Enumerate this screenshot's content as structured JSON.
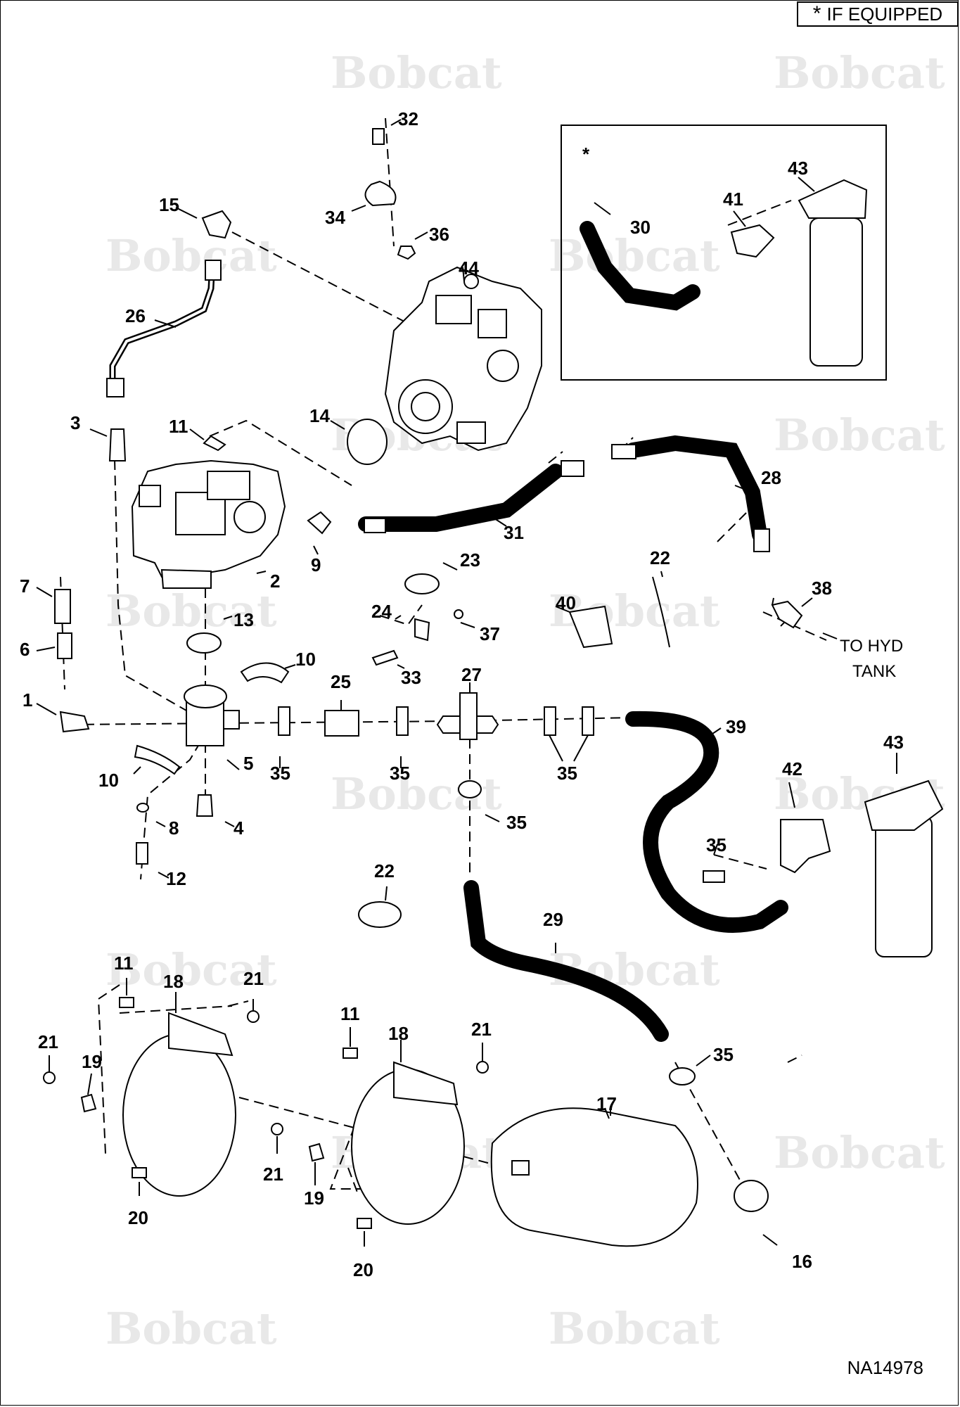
{
  "watermark": {
    "brand": "Bobcat"
  },
  "header": {
    "star": "*",
    "if_equipped": "IF EQUIPPED"
  },
  "drawing_number": "NA14978",
  "inset": {
    "star": "*"
  },
  "notes": {
    "to_hyd_line1": "TO HYD",
    "to_hyd_line2": "TANK"
  },
  "callouts": {
    "c1": "1",
    "c2": "2",
    "c3": "3",
    "c4": "4",
    "c5": "5",
    "c6": "6",
    "c7": "7",
    "c8": "8",
    "c9": "9",
    "c10a": "10",
    "c10b": "10",
    "c11a": "11",
    "c11b": "11",
    "c11c": "11",
    "c12": "12",
    "c13": "13",
    "c14": "14",
    "c15": "15",
    "c16": "16",
    "c17": "17",
    "c18a": "18",
    "c18b": "18",
    "c19a": "19",
    "c19b": "19",
    "c20a": "20",
    "c20b": "20",
    "c21a": "21",
    "c21b": "21",
    "c21c": "21",
    "c21d": "21",
    "c22a": "22",
    "c22b": "22",
    "c23": "23",
    "c24": "24",
    "c25": "25",
    "c26": "26",
    "c27": "27",
    "c28": "28",
    "c29": "29",
    "c30": "30",
    "c31": "31",
    "c32": "32",
    "c33": "33",
    "c34": "34",
    "c35a": "35",
    "c35b": "35",
    "c35c": "35",
    "c35d": "35",
    "c35e": "35",
    "c35f": "35",
    "c36": "36",
    "c37": "37",
    "c38": "38",
    "c39": "39",
    "c40": "40",
    "c41": "41",
    "c42": "42",
    "c43a": "43",
    "c43b": "43",
    "c44": "44"
  }
}
